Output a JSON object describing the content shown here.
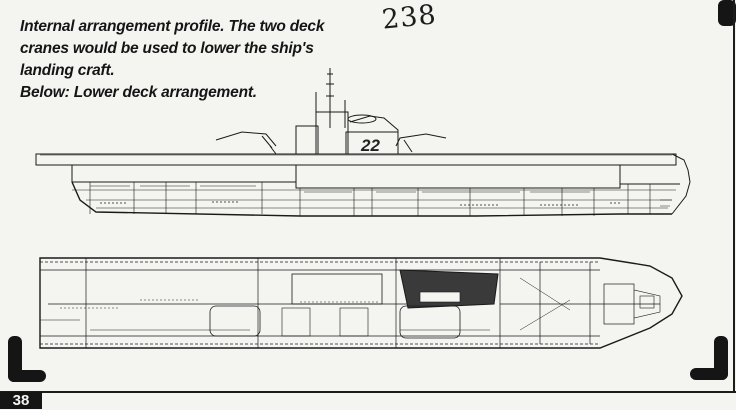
{
  "caption": {
    "line1": "Internal arrangement profile. The two deck",
    "line2": "cranes would be used to lower the ship's",
    "line3": "landing craft.",
    "line4": "Below: Lower deck arrangement."
  },
  "handwritten_note": "238",
  "page_number": "38",
  "profile": {
    "hull_number": "22"
  }
}
